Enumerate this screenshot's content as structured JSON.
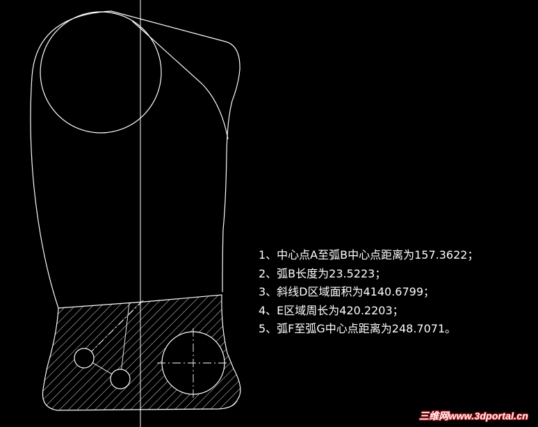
{
  "notes": [
    "1、中心点A至弧B中心点距离为157.3622；",
    "2、弧B长度为23.5223；",
    "3、斜线D区域面积为4140.6799；",
    "4、E区域周长为420.2203；",
    "5、弧F至弧G中心点距离为248.7071。"
  ],
  "watermark": "三维网www.3dportal.cn",
  "colors": {
    "background": "#000000",
    "line": "#ffffff",
    "watermark_outline": "#c4161c"
  }
}
